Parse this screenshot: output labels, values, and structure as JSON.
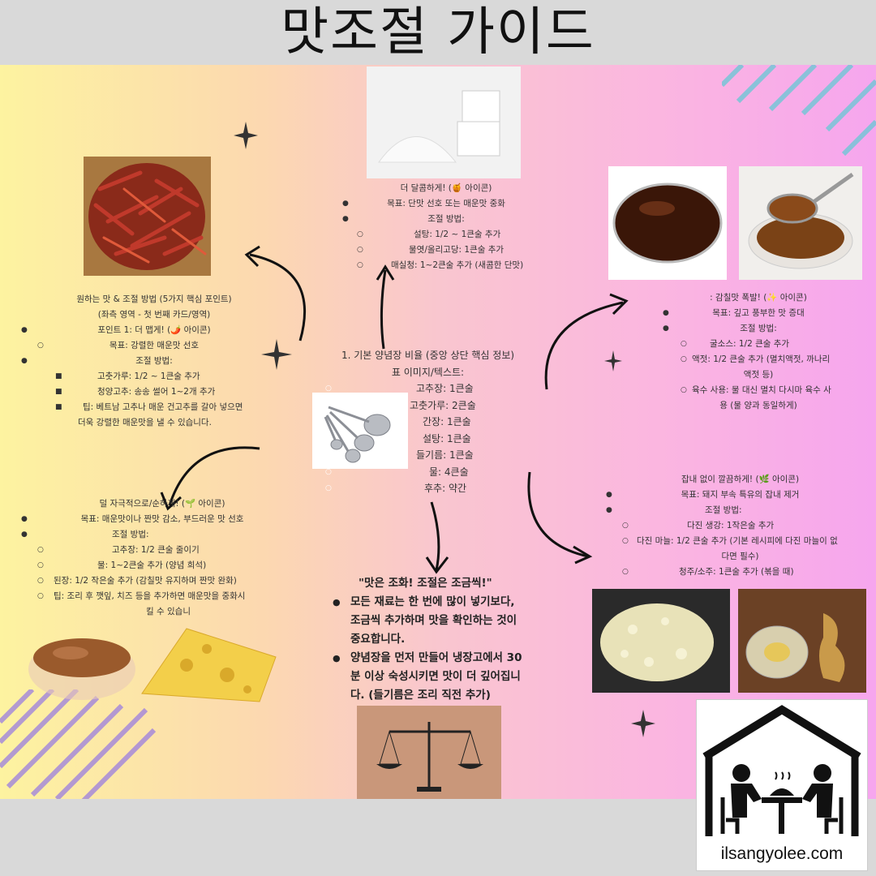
{
  "title": "맛조절 가이드",
  "left_top": {
    "heading": "원하는 맛 & 조절 방법 (5가지 핵심 포인트)",
    "subheading": "(좌측 영역 - 첫 번째 카드/영역)",
    "point": "포인트 1: 더 맵게! (🌶️ 아이콘)",
    "goal": "목표: 강렬한 매운맛 선호",
    "method": "조절 방법:",
    "items": [
      "고춧가루: 1/2 ~ 1큰술 추가",
      "청양고추: 송송 썰어 1~2개 추가",
      "팁: 베트남 고추나 매운 건고추를 갈아 넣으면",
      "더욱 강렬한 매운맛을 낼 수 있습니다."
    ]
  },
  "left_bottom": {
    "point": "덜 자극적으로/순하게! (🌱 아이콘)",
    "goal": "목표: 매운맛이나 짠맛 감소, 부드러운 맛 선호",
    "method": "조절 방법:",
    "items": [
      "고추장: 1/2 큰술 줄이기",
      "물: 1~2큰술 추가 (양념 희석)",
      "된장: 1/2 작은술 추가 (감칠맛 유지하며 짠맛 완화)",
      "팁: 조리 후 깻잎, 치즈 등을 추가하면 매운맛을 중화시",
      "킬 수 있습니"
    ]
  },
  "center_top": {
    "point": "더 달콤하게! (🍯 아이콘)",
    "goal": "목표: 단맛 선호 또는 매운맛 중화",
    "method": "조절 방법:",
    "items": [
      "설탕: 1/2 ~ 1큰술 추가",
      "물엿/올리고당: 1큰술 추가",
      "매실청: 1~2큰술 추가 (새콤한 단맛)"
    ]
  },
  "center_mid": {
    "heading": "1. 기본 양념장 비율 (중앙 상단 핵심 정보)",
    "sub": "표 이미지/텍스트:",
    "items": [
      "고추장: 1큰술",
      "고춧가루: 2큰술",
      "간장: 1큰술",
      "설탕: 1큰술",
      "들기름: 1큰술",
      "물: 4큰술",
      "후추: 약간"
    ]
  },
  "center_bottom": {
    "quote": "\"맛은 조화! 조절은 조금씩!\"",
    "b1_l1": "모든 재료는 한 번에 많이 넣기보다,",
    "b1_l2": "조금씩 추가하며 맛을 확인하는 것이",
    "b1_l3": "중요합니다.",
    "b2_l1": "양념장을 먼저 만들어 냉장고에서 30",
    "b2_l2": "분 이상 숙성시키면 맛이 더 깊어집니",
    "b2_l3": "다. (들기름은 조리 직전 추가)"
  },
  "right_top": {
    "point": ": 감칠맛 폭발! (✨ 아이콘)",
    "goal": "목표: 깊고 풍부한 맛 증대",
    "method": "조절 방법:",
    "item1": "굴소스: 1/2 큰술 추가",
    "item2_l1": "액젓: 1/2 큰술 추가 (멸치액젓, 까나리",
    "item2_l2": "액젓 등)",
    "item3_l1": "육수 사용: 물 대신 멸치 다시마 육수 사",
    "item3_l2": "용 (물 양과 동일하게)"
  },
  "right_bottom": {
    "point": "잡내 없이 깔끔하게! (🌿 아이콘)",
    "goal": "목표: 돼지 부속 특유의 잡내 제거",
    "method": "조절 방법:",
    "item1": "다진 생강: 1작은술 추가",
    "item2_l1": "다진 마늘: 1/2 큰술 추가 (기본 레시피에 다진 마늘이 없",
    "item2_l2": "다면 필수)",
    "item3": "청주/소주: 1큰술 추가 (볶을 때)"
  },
  "logo": {
    "url": "ilsangyolee.com"
  },
  "colors": {
    "chili": "#a8321f",
    "sauce": "#3a1608",
    "paste": "#9a5a2c",
    "cheese": "#f3cf4a",
    "garlic": "#e8e2b8",
    "ginger": "#c99a4a"
  }
}
